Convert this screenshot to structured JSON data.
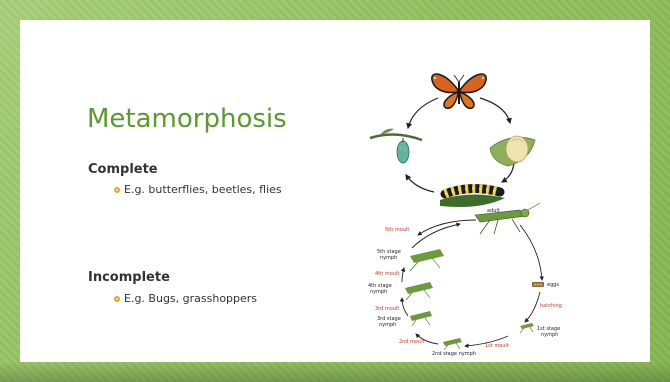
{
  "slide": {
    "title": "Metamorphosis",
    "sections": [
      {
        "heading": "Complete",
        "bullet": "E.g. butterflies, beetles, flies"
      },
      {
        "heading": "Incomplete",
        "bullet": "E.g. Bugs, grasshoppers"
      }
    ]
  },
  "grasshopper_cycle": {
    "labels": {
      "adult": "adult",
      "eggs": "eggs",
      "hatching": "hatching",
      "first_stage": [
        "1st stage",
        "nymph"
      ],
      "first_moult": "1st moult",
      "second_stage": "2nd stage nymph",
      "second_moult": "2nd moult",
      "third_stage": [
        "3rd stage",
        "nymph"
      ],
      "third_moult": "3rd moult",
      "fourth_stage": [
        "4th stage",
        "nymph"
      ],
      "fourth_moult": "4th moult",
      "fifth_stage": [
        "5th stage",
        "nymph"
      ],
      "fifth_moult": "5th moult"
    }
  },
  "colors": {
    "frame_green": "#93c060",
    "title_green": "#5a9a2e",
    "bullet_orange": "#e8a32b",
    "moult_red": "#c0392b"
  }
}
